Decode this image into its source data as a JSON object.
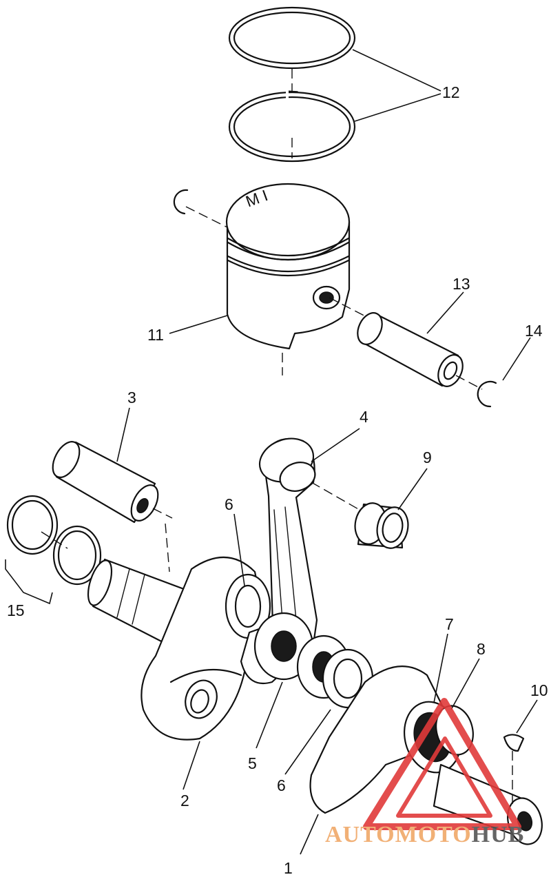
{
  "labels": {
    "crankshaft": "1",
    "flywheel_left": "2",
    "crank_pin": "3",
    "connecting_rod": "4",
    "big_end_bearing": "5",
    "thrust_washer_lower": "6",
    "thrust_washer_upper": "6",
    "main_bearing": "7",
    "oil_seal": "8",
    "small_end_bearing": "9",
    "woodruff_key": "10",
    "piston": "11",
    "piston_rings": "12",
    "piston_pin": "13",
    "circlip": "14",
    "shims": "15"
  },
  "piston_marking": "M I",
  "watermark": {
    "text_colored": "AUTOMOTO",
    "text_dark": "HUB",
    "color_red": "#e03a3a",
    "color_orange": "#f0a868",
    "color_dark": "#555555"
  }
}
